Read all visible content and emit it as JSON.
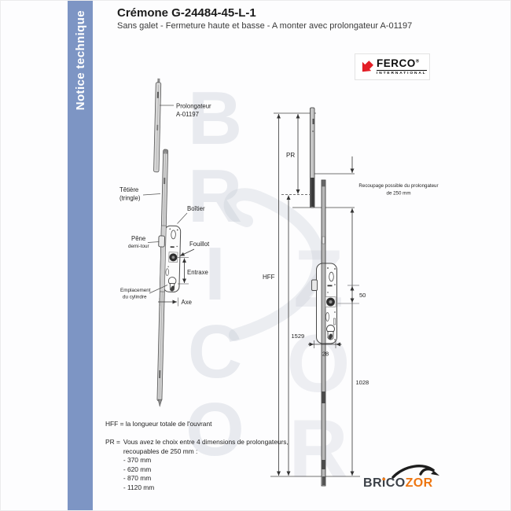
{
  "sidebar": {
    "label": "Notice technique",
    "bg_color": "#7d95c4"
  },
  "header": {
    "title": "Crémone G-24484-45-L-1",
    "subtitle": "Sans galet - Fermeture haute et basse - A monter avec prolongateur A-01197"
  },
  "ferco": {
    "name": "FERCO",
    "reg": "®",
    "sub": "INTERNATIONAL",
    "red": "#e31e26"
  },
  "watermark": {
    "col1": "BRICO",
    "col2": "ZOR"
  },
  "left_diagram": {
    "labels": {
      "prolongateur": "Prolongateur",
      "prolongateur_ref": "A-01197",
      "tetiere_1": "Têtière",
      "tetiere_2": "(tringle)",
      "boitier": "Boîtier",
      "pene_1": "Pêne",
      "pene_2": "demi-tour",
      "fouillot": "Fouillot",
      "entraxe": "Entraxe",
      "emplacement_1": "Emplacement",
      "emplacement_2": "du cylindre",
      "axe": "Axe"
    }
  },
  "right_diagram": {
    "labels": {
      "pr": "PR",
      "hff": "HFF",
      "recoupage_1": "Recoupage possible du prolongateur",
      "recoupage_2": "de 250 mm",
      "dim_1529": "1529",
      "dim_1028": "1028",
      "dim_50": "50",
      "dim_28": "28"
    }
  },
  "legend": {
    "hff_line": "HFF = la longueur totale de l'ouvrant",
    "pr_prefix": "PR =",
    "pr_line1": "Vous avez le choix entre 4 dimensions de prolongateurs,",
    "pr_line2": "recoupables de 250 mm :",
    "pr_options": [
      "- 370 mm",
      "- 620 mm",
      "- 870 mm",
      "- 1120 mm"
    ]
  },
  "bricozor": {
    "part1": "BR",
    "i": "i",
    "part2": "CO",
    "part3": "ZOR",
    "orange": "#ee7611"
  }
}
